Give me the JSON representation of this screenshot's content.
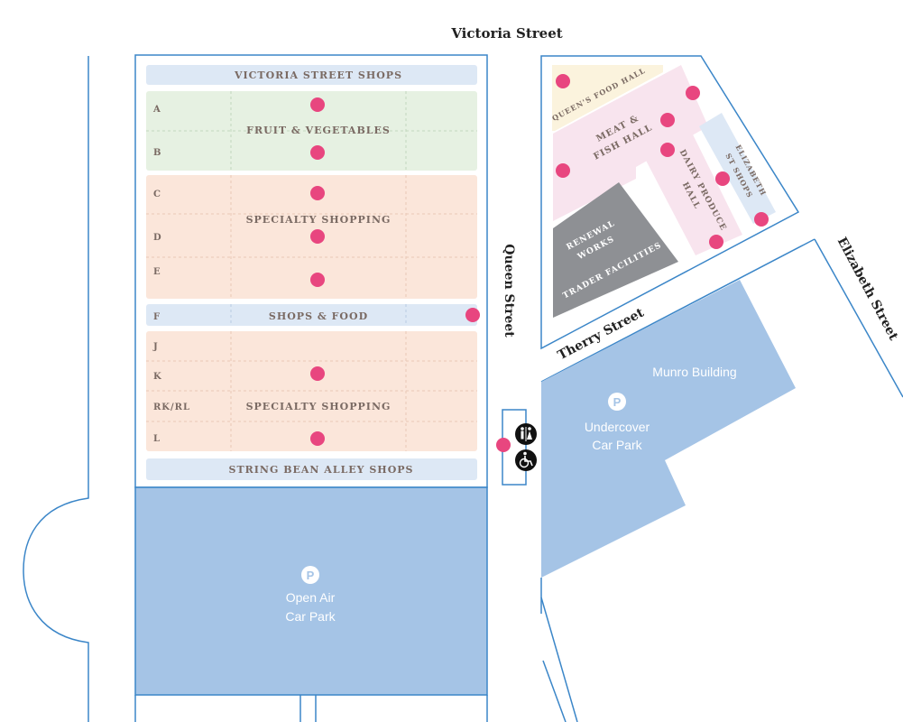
{
  "streets": {
    "victoria": "Victoria Street",
    "queen": "Queen Street",
    "therry": "Therry Street",
    "elizabeth": "Elizabeth Street"
  },
  "sheds": {
    "victoria_shops": "VICTORIA STREET SHOPS",
    "fruit_veg": "FRUIT & VEGETABLES",
    "specialty_1": "SPECIALTY SHOPPING",
    "shops_food": "SHOPS & FOOD",
    "specialty_2": "SPECIALTY SHOPPING",
    "string_bean": "STRING BEAN ALLEY SHOPS"
  },
  "rows": {
    "a": "A",
    "b": "B",
    "c": "C",
    "d": "D",
    "e": "E",
    "f": "F",
    "j": "J",
    "k": "K",
    "rkrl": "RK/RL",
    "l": "L"
  },
  "east": {
    "queens_food_hall": "QUEEN'S FOOD HALL",
    "meat_fish_1": "MEAT &",
    "meat_fish_2": "FISH HALL",
    "dairy_1": "DAIRY PRODUCE",
    "dairy_2": "HALL",
    "eliz_shops_1": "ELIZABETH",
    "eliz_shops_2": "ST SHOPS",
    "renewal_1": "RENEWAL",
    "renewal_2": "WORKS",
    "trader": "TRADER FACILITIES"
  },
  "parking": {
    "symbol": "P",
    "open_air_1": "Open Air",
    "open_air_2": "Car Park",
    "undercover_1": "Undercover",
    "undercover_2": "Car Park",
    "munro": "Munro Building"
  },
  "facilities": {
    "toilets_icon": "toilets-icon",
    "accessible_icon": "wheelchair-icon"
  },
  "colors": {
    "outline": "#3b86c8",
    "parking": "#a5c4e6",
    "fruit_veg": "#e6f1e2",
    "specialty": "#fbe6da",
    "shops_band": "#dde8f5",
    "meat_fish": "#f8e4ee",
    "food_hall": "#fbf3dd",
    "renewal": "#8e9094",
    "marker": "#e8467f"
  }
}
